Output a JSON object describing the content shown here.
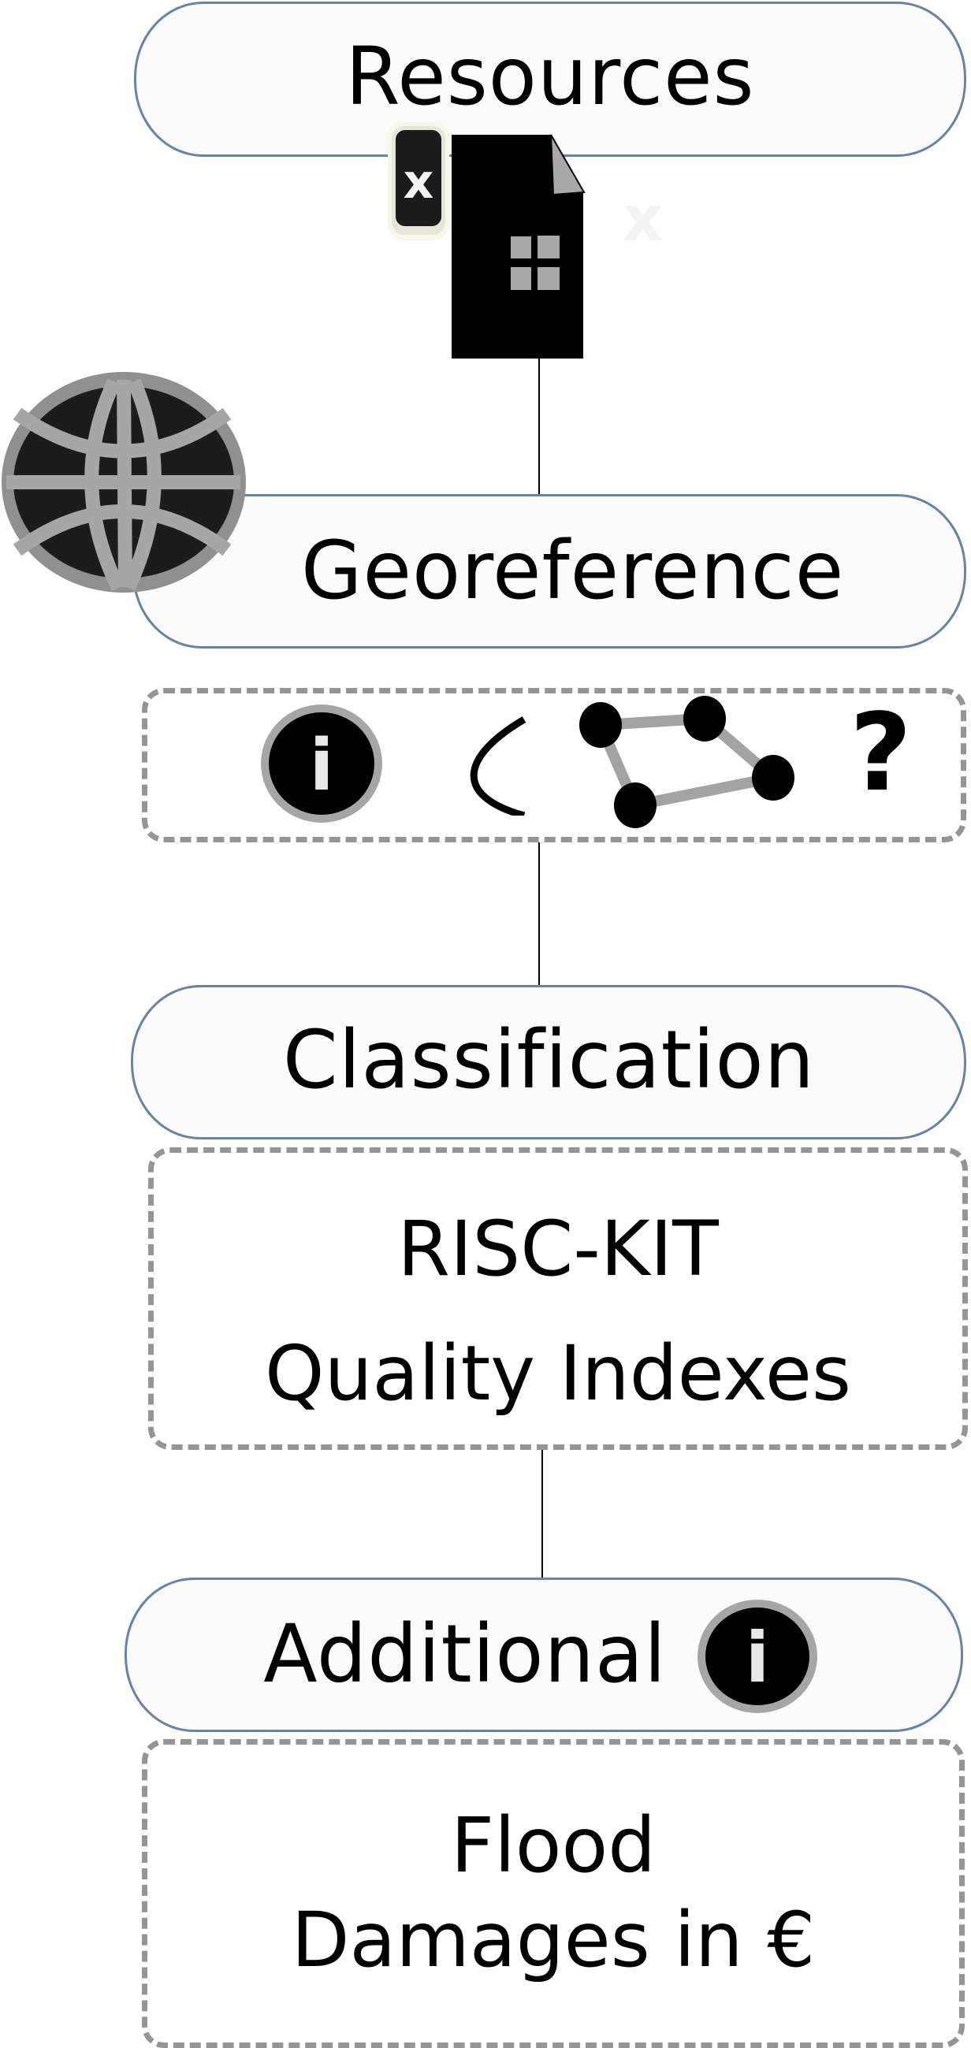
{
  "diagram": {
    "nodes": [
      {
        "id": "resources",
        "label": "Resources",
        "icon": "spreadsheet-file-icon"
      },
      {
        "id": "georeference",
        "label": "Georeference",
        "icon": "globe-icon"
      },
      {
        "id": "classification",
        "label": "Classification"
      },
      {
        "id": "additional",
        "label": "Additional",
        "icon": "info-icon"
      }
    ],
    "annotations": {
      "georeference_icons": [
        "info-icon",
        "arc-icon",
        "polygon-graph-icon",
        "question-mark-icon"
      ],
      "question_mark": "?",
      "info_letter": "i",
      "file_badge_letter": "x",
      "quality": {
        "line1": "RISC-KIT",
        "line2": "Quality Indexes"
      },
      "flood": {
        "line1": "Flood",
        "line2": "Damages in €"
      }
    },
    "colors": {
      "pill_border": "#6a82a6",
      "pill_fill": "#fbfbfb",
      "dash_border": "#959595",
      "icon_dark": "#1c1c1c",
      "icon_gray": "#a6a6a6"
    }
  }
}
